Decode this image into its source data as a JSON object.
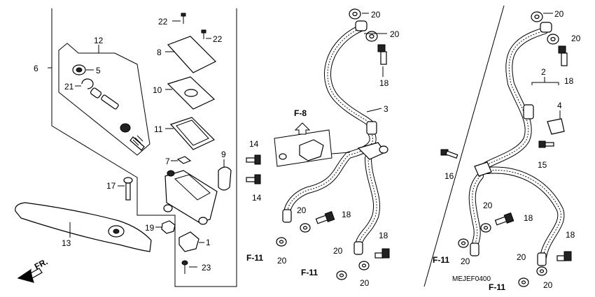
{
  "diagram_code": "MEJEF0400",
  "references": {
    "f8": "F-8",
    "f11": "F-11",
    "fr": "FR."
  },
  "callouts": {
    "c1": "1",
    "c2": "2",
    "c3": "3",
    "c4": "4",
    "c5": "5",
    "c6": "6",
    "c7": "7",
    "c8": "8",
    "c9": "9",
    "c10": "10",
    "c11": "11",
    "c12": "12",
    "c13": "13",
    "c14": "14",
    "c15": "15",
    "c16": "16",
    "c17": "17",
    "c18": "18",
    "c19": "19",
    "c20": "20",
    "c21": "21",
    "c22": "22",
    "c23": "23"
  }
}
